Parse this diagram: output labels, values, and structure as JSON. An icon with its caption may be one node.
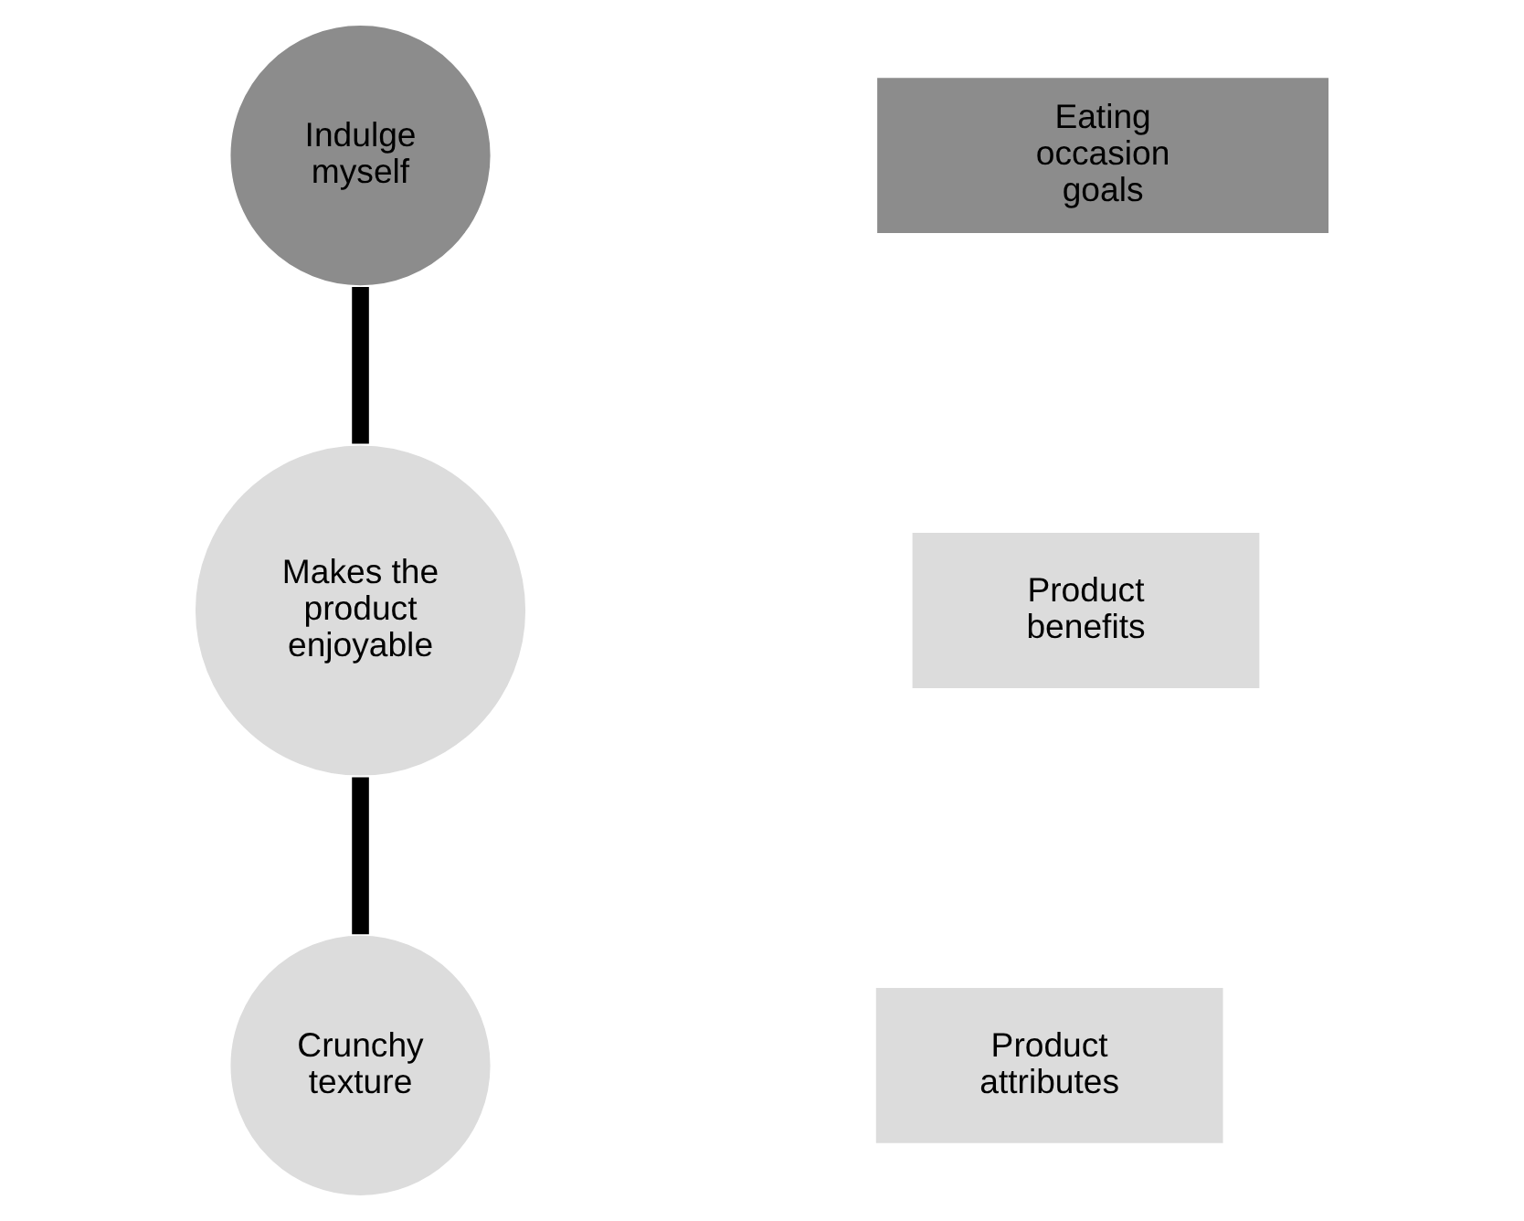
{
  "diagram": {
    "nodes": [
      {
        "text": [
          "Indulge myself"
        ]
      },
      {
        "text": [
          "Makes the product enjoyable"
        ]
      },
      {
        "text": [
          "Crunchy texture"
        ]
      },
      {
        "text": [
          "Eating occasion goals"
        ]
      },
      {
        "text": [
          "Product benefits"
        ]
      },
      {
        "text": [
          "Product attributes"
        ]
      }
    ],
    "edges": [
      {
        "from": 0,
        "to": 1,
        "arrow": "none"
      },
      {
        "from": 1,
        "to": 2,
        "arrow": "none"
      }
    ]
  }
}
